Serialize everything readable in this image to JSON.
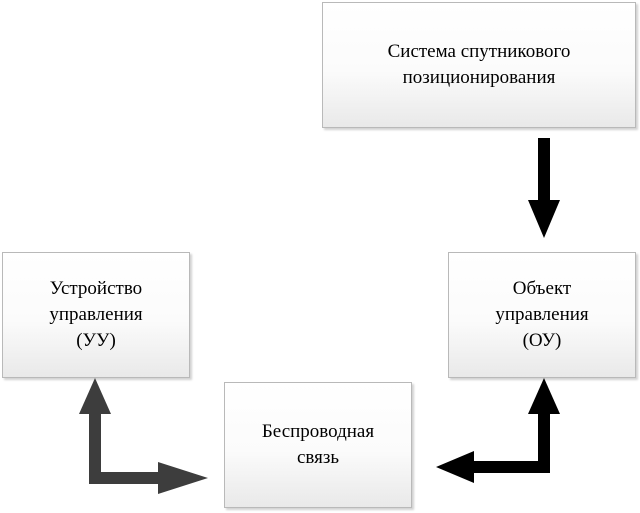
{
  "diagram": {
    "nodes": {
      "gnss": {
        "label": "Система спутникового\nпозиционирования"
      },
      "control_device": {
        "label": "Устройство\nуправления\n(УУ)"
      },
      "control_object": {
        "label": "Объект\nуправления\n(ОУ)"
      },
      "wireless": {
        "label": "Беспроводная\nсвязь"
      }
    },
    "edges": [
      {
        "from": "gnss",
        "to": "control_object",
        "color": "#000000"
      },
      {
        "from": "wireless",
        "to": "control_object",
        "color": "#000000",
        "bidirectional": true
      },
      {
        "from": "wireless",
        "to": "control_device",
        "color": "#3d3d3d",
        "bidirectional": true
      }
    ]
  }
}
